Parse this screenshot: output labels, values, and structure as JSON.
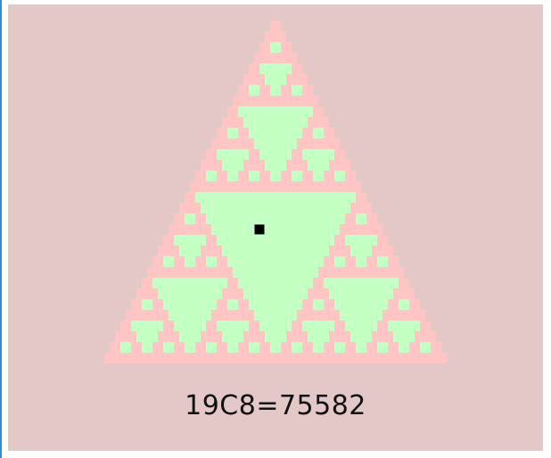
{
  "formula": {
    "text": "19C8=75582",
    "n": 19,
    "k": 8,
    "value": 75582
  },
  "colors": {
    "panel": "#e4c8c8",
    "cell_odd": "#ffc4c4",
    "cell_even": "#c4ffc4",
    "marker": "#000000",
    "left_edge": "#2f8fd6"
  },
  "triangle": {
    "rows": 32,
    "cell_rule": "binomial-coefficient-parity",
    "icon": "sierpinski-triangle-icon"
  }
}
